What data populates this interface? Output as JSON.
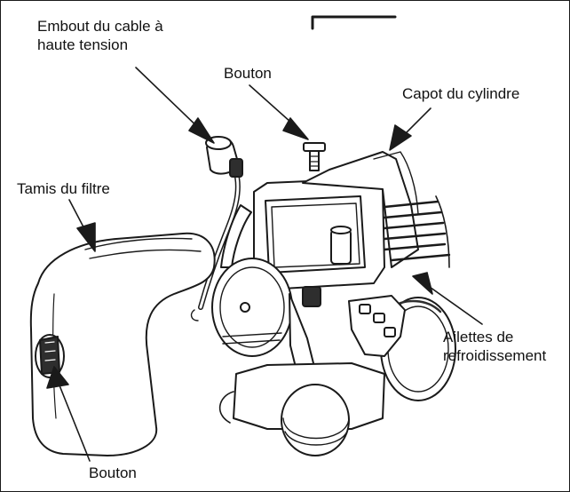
{
  "labels": {
    "embout_line1": "Embout du cable à",
    "embout_line2": "haute tension",
    "bouton_top": "Bouton",
    "capot": "Capot du cylindre",
    "tamis": "Tamis du filtre",
    "ailettes_line1": "Ailettes de",
    "ailettes_line2": "refroidissement",
    "bouton_bottom": "Bouton"
  },
  "colors": {
    "line": "#1a1a1a",
    "shade": "#2e2e2e",
    "light_shade": "#9a9a9a",
    "background": "#ffffff"
  }
}
